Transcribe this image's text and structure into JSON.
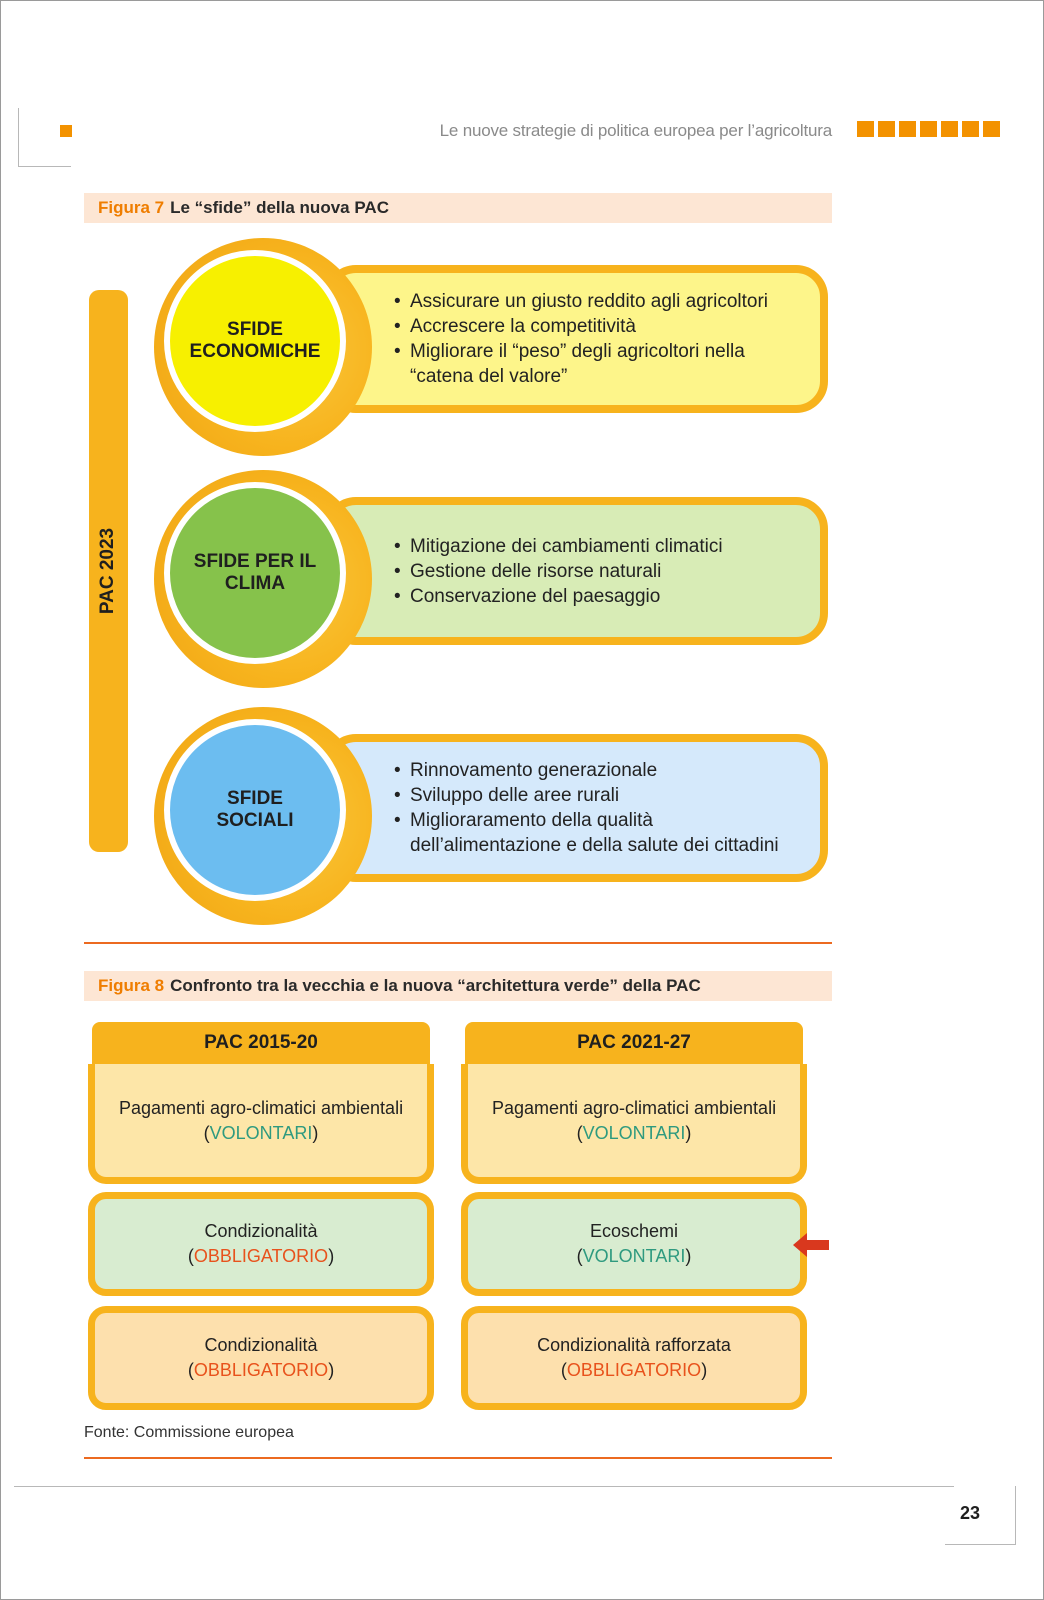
{
  "header": {
    "running_title": "Le nuove strategie di politica europea per l’agricoltura"
  },
  "figure7": {
    "number": "Figura 7",
    "title": "Le “sfide” della nuova PAC",
    "side_label": "PAC 2023",
    "challenges": [
      {
        "title": "SFIDE\nECONOMICHE",
        "bullets": [
          "Assicurare un giusto reddito agli agricoltori",
          "Accrescere la competitività",
          "Migliorare il “peso” degli agricoltori nella “catena del valore”"
        ],
        "circle_color": "#f7f000",
        "box_color": "#fdf58a"
      },
      {
        "title": "SFIDE  PER IL\nCLIMA",
        "bullets": [
          "Mitigazione dei cambiamenti climatici",
          "Gestione delle risorse naturali",
          "Conservazione del paesaggio"
        ],
        "circle_color": "#86c24b",
        "box_color": "#d8ecb6"
      },
      {
        "title": "SFIDE\nSOCIALI",
        "bullets": [
          "Rinnovamento generazionale",
          "Sviluppo delle aree rurali",
          "Miglioraramento della qualità dell’alimentazione e della salute dei cittadini"
        ],
        "circle_color": "#6cbdf0",
        "box_color": "#d5e9fb"
      }
    ]
  },
  "figure8": {
    "number": "Figura 8",
    "title": "Confronto tra la vecchia e la nuova “architettura verde” della PAC",
    "columns": [
      {
        "header": "PAC 2015-20",
        "rows": [
          {
            "label": "Pagamenti agro-climatici ambientali",
            "tag": "VOLONTARI",
            "tag_kind": "vol"
          },
          {
            "label": "Condizionalità",
            "tag": "OBBLIGATORIO",
            "tag_kind": "obb"
          },
          {
            "label": "Condizionalità",
            "tag": "OBBLIGATORIO",
            "tag_kind": "obb"
          }
        ]
      },
      {
        "header": "PAC 2021-27",
        "rows": [
          {
            "label": "Pagamenti agro-climatici ambientali",
            "tag": "VOLONTARI",
            "tag_kind": "vol"
          },
          {
            "label": "Ecoschemi",
            "tag": "VOLONTARI",
            "tag_kind": "vol"
          },
          {
            "label": "Condizionalità rafforzata",
            "tag": "OBBLIGATORIO",
            "tag_kind": "obb"
          }
        ]
      }
    ],
    "source": "Fonte: Commissione europea"
  },
  "page_number": "23",
  "colors": {
    "accent_orange": "#f39200",
    "frame_yellow": "#f7b31d",
    "rule_orange": "#ec6a20",
    "arrow_red": "#d9381e"
  }
}
